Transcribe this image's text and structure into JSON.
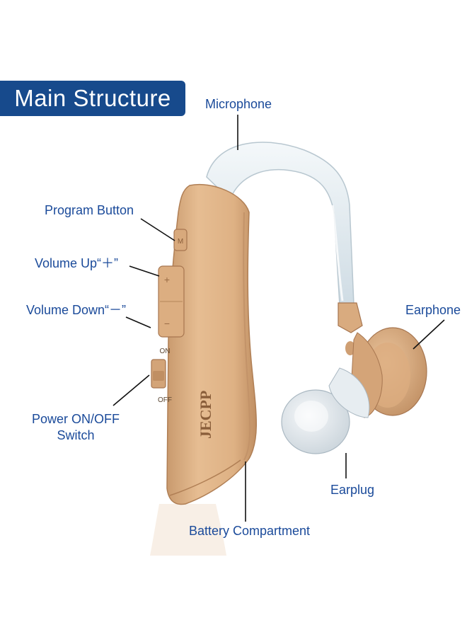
{
  "title": "Main Structure",
  "colors": {
    "title_bg": "#174a8c",
    "label_text": "#1a4a9a",
    "device_body": "#e3b68a",
    "tube": "#dde8ee"
  },
  "device": {
    "logo": "JECPP",
    "button_m": "M",
    "button_plus": "+",
    "button_minus": "−",
    "switch_on": "ON",
    "switch_off": "OFF"
  },
  "labels": {
    "microphone": "Microphone",
    "program_button": "Program Button",
    "volume_up": "Volume Up“＋”",
    "volume_down": "Volume Down“－”",
    "power_line1": "Power ON/OFF",
    "power_line2": "Switch",
    "earphone": "Earphone",
    "earplug": "Earplug",
    "battery": "Battery Compartment"
  }
}
